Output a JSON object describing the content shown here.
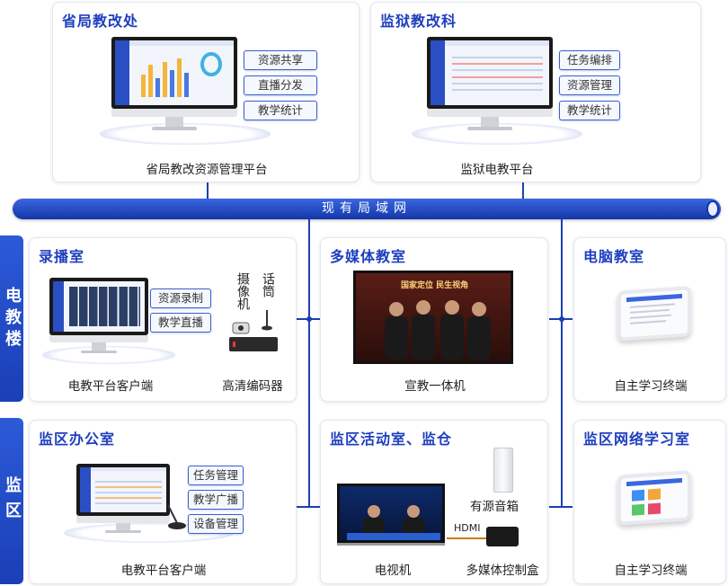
{
  "panels": {
    "provincial": {
      "title": "省局教改处",
      "caption": "省局教改资源管理平台",
      "tags": [
        "资源共享",
        "直播分发",
        "教学统计"
      ]
    },
    "prison": {
      "title": "监狱教改科",
      "caption": "监狱电教平台",
      "tags": [
        "任务编排",
        "资源管理",
        "教学统计"
      ]
    },
    "recording": {
      "title": "录播室",
      "caption_left": "电教平台客户端",
      "caption_right": "高清编码器",
      "tags": [
        "资源录制",
        "教学直播"
      ],
      "camera_label": "摄像机",
      "mic_label": "话筒"
    },
    "multimedia": {
      "title": "多媒体教室",
      "caption": "宣教一体机",
      "screen_banner": "国家定位 民生视角"
    },
    "computer": {
      "title": "电脑教室",
      "caption": "自主学习终端"
    },
    "prison_office": {
      "title": "监区办公室",
      "caption": "电教平台客户端",
      "tags": [
        "任务管理",
        "教学广播",
        "设备管理"
      ]
    },
    "activity": {
      "title": "监区活动室、监仓",
      "caption_tv": "电视机",
      "caption_box": "多媒体控制盒",
      "speaker_label": "有源音箱",
      "hdmi_label": "HDMI"
    },
    "network_room": {
      "title": "监区网络学习室",
      "caption": "自主学习终端"
    }
  },
  "bus": {
    "label": "现有局域网"
  },
  "side_labels": {
    "building": "电教楼",
    "area": "监区"
  },
  "colors": {
    "accent": "#1f3fbf",
    "line": "#1d3fb0"
  }
}
